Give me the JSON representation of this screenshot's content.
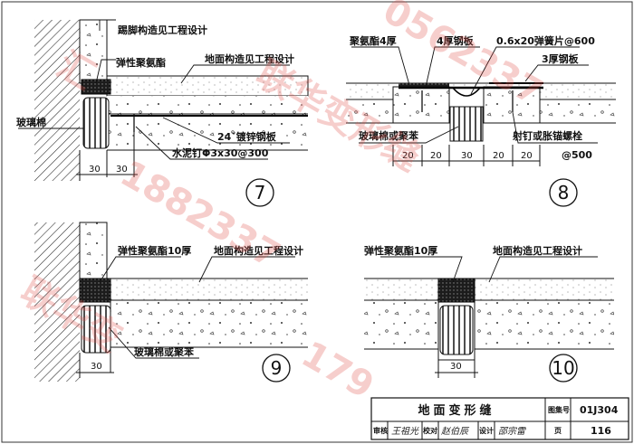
{
  "detail7": {
    "label_top": "踢脚构造见工程设计",
    "label_sealant": "弹性聚氨酯",
    "label_floor": "地面构造见工程设计",
    "label_glasswool": "玻璃棉",
    "label_plate": "24ˇ镀锌钢板",
    "label_nail": "水泥钉Φ3x30@300",
    "dim_a": "30",
    "dim_b": "30",
    "number": "7"
  },
  "detail8": {
    "label_sealant": "聚氨酯4厚",
    "label_plate4": "4厚钢板",
    "label_spring": "0.6x20弹簧片@600",
    "label_plate3": "3厚钢板",
    "label_fill": "玻璃棉或聚苯",
    "label_anchor": "射钉或胀锚螺栓",
    "label_anchor2": "@500",
    "dims": [
      "20",
      "20",
      "30",
      "20",
      "20"
    ],
    "number": "8"
  },
  "detail9": {
    "label_sealant": "弹性聚氨酯10厚",
    "label_floor": "地面构造见工程设计",
    "label_fill": "玻璃棉或聚苯",
    "dim": "30",
    "number": "9"
  },
  "detail10": {
    "label_sealant": "弹性聚氨酯10厚",
    "label_floor": "地面构造见工程设计",
    "dim": "30",
    "number": "10"
  },
  "titleblock": {
    "title": "地面变形缝",
    "atlas_label": "图集号",
    "atlas_no": "01J304",
    "review_label": "审核",
    "review_sig": "王祖光",
    "check_label": "校对",
    "check_sig": "赵伯辰",
    "design_label": "设计",
    "design_sig": "邵宗雷",
    "page_label": "页",
    "page_no": "116"
  },
  "watermark": [
    "0562337",
    "汇",
    "联华变形缝",
    "1882337",
    "179",
    "联华变"
  ]
}
